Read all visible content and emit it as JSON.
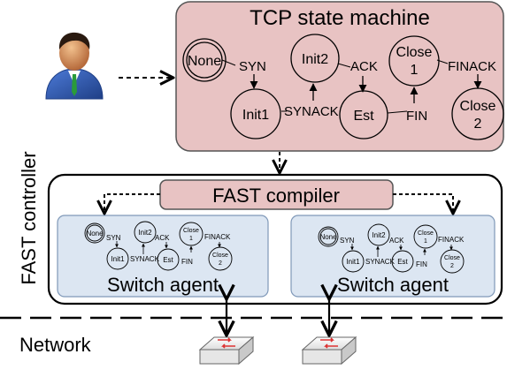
{
  "tsm": {
    "title": "TCP state machine",
    "states": {
      "none": "None",
      "init1": "Init1",
      "init2": "Init2",
      "est": "Est",
      "close1": [
        "Close",
        "1"
      ],
      "close2": [
        "Close",
        "2"
      ]
    },
    "edges": {
      "syn": "SYN",
      "synack": "SYNACK",
      "ack": "ACK",
      "fin": "FIN",
      "finack": "FINACK"
    }
  },
  "controller": {
    "label": "FAST controller",
    "compiler": "FAST compiler"
  },
  "agents": [
    {
      "label": "Switch agent"
    },
    {
      "label": "Switch agent"
    }
  ],
  "network": {
    "label": "Network"
  },
  "colors": {
    "tsm_fill": "#e8c3c3",
    "compiler_fill": "#e8c3c3",
    "agent_fill": "#dce6f2"
  },
  "icons": [
    "user-icon",
    "switch-icon"
  ]
}
